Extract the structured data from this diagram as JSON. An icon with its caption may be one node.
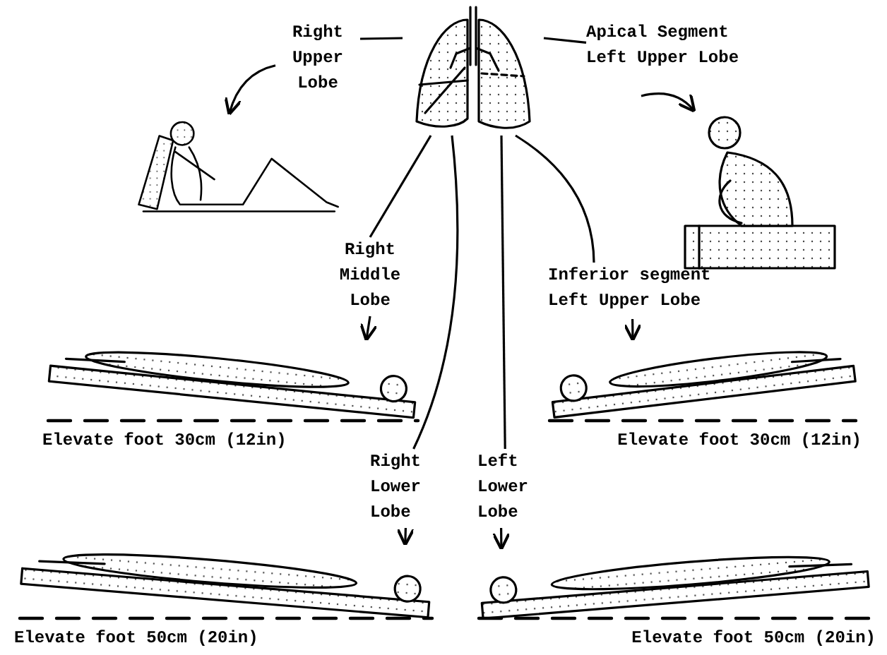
{
  "diagram": {
    "nodes": [
      {
        "text": [],
        "shape": "picture"
      },
      {
        "text": [
          "Right Upper Lobe"
        ]
      },
      {
        "text": [
          "Apical Segment Left Upper Lobe"
        ]
      },
      {
        "text": [],
        "shape": "picture"
      },
      {
        "text": [],
        "shape": "picture"
      },
      {
        "text": [
          "Right Middle Lobe"
        ]
      },
      {
        "text": [],
        "shape": "picture",
        "beside": [
          "Elevate foot 30cm (12in)"
        ]
      },
      {
        "text": [
          "Inferior segment Left Upper Lobe"
        ]
      },
      {
        "text": [],
        "shape": "picture",
        "beside": [
          "Elevate foot 30cm (12in)"
        ]
      },
      {
        "text": [
          "Right Lower Lobe"
        ]
      },
      {
        "text": [
          "Left Lower Lobe"
        ]
      },
      {
        "text": [],
        "shape": "picture",
        "beside": [
          "Elevate foot 50cm (20in)"
        ]
      },
      {
        "text": [],
        "shape": "picture",
        "beside": [
          "Elevate foot 50cm (20in)"
        ]
      }
    ],
    "edges": [
      {
        "from": 0,
        "to": 1,
        "arrow": "none"
      },
      {
        "from": 1,
        "to": 3,
        "arrow": "to"
      },
      {
        "from": 0,
        "to": 2,
        "arrow": "none"
      },
      {
        "from": 2,
        "to": 4,
        "arrow": "to"
      },
      {
        "from": 0,
        "to": 5,
        "arrow": "none"
      },
      {
        "from": 5,
        "to": 6,
        "arrow": "to"
      },
      {
        "from": 0,
        "to": 7,
        "arrow": "none"
      },
      {
        "from": 7,
        "to": 8,
        "arrow": "to"
      },
      {
        "from": 0,
        "to": 9,
        "arrow": "none"
      },
      {
        "from": 9,
        "to": 11,
        "arrow": "to"
      },
      {
        "from": 0,
        "to": 10,
        "arrow": "none"
      },
      {
        "from": 10,
        "to": 12,
        "arrow": "to"
      }
    ]
  }
}
